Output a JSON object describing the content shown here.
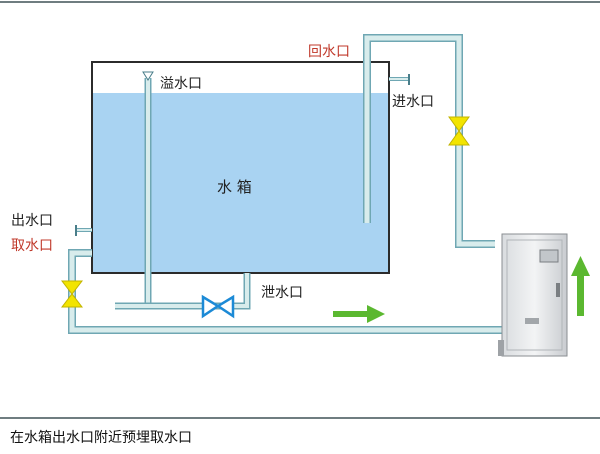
{
  "labels": {
    "return_outlet": "回水口",
    "overflow_outlet": "溢水口",
    "inlet": "进水口",
    "tank": "水 箱",
    "outlet": "出水口",
    "intake": "取水口",
    "drain": "泄水口"
  },
  "caption": "在水箱出水口附近预埋取水口",
  "colors": {
    "tank_water": "#a9d3f2",
    "tank_border": "#2b2b2b",
    "pipe_fill": "#d8ecec",
    "pipe_edge": "#6fa7b3",
    "valve_yellow": "#f2e400",
    "valve_blue": "#1c8ad6",
    "flow_arrow": "#5bb830",
    "red_label": "#c0392b",
    "frame_line": "#6f7d80"
  },
  "icons": {
    "flow_arrows": "arrow-right-icon / arrow-up-icon",
    "valves": "butterfly-valve-icon"
  }
}
